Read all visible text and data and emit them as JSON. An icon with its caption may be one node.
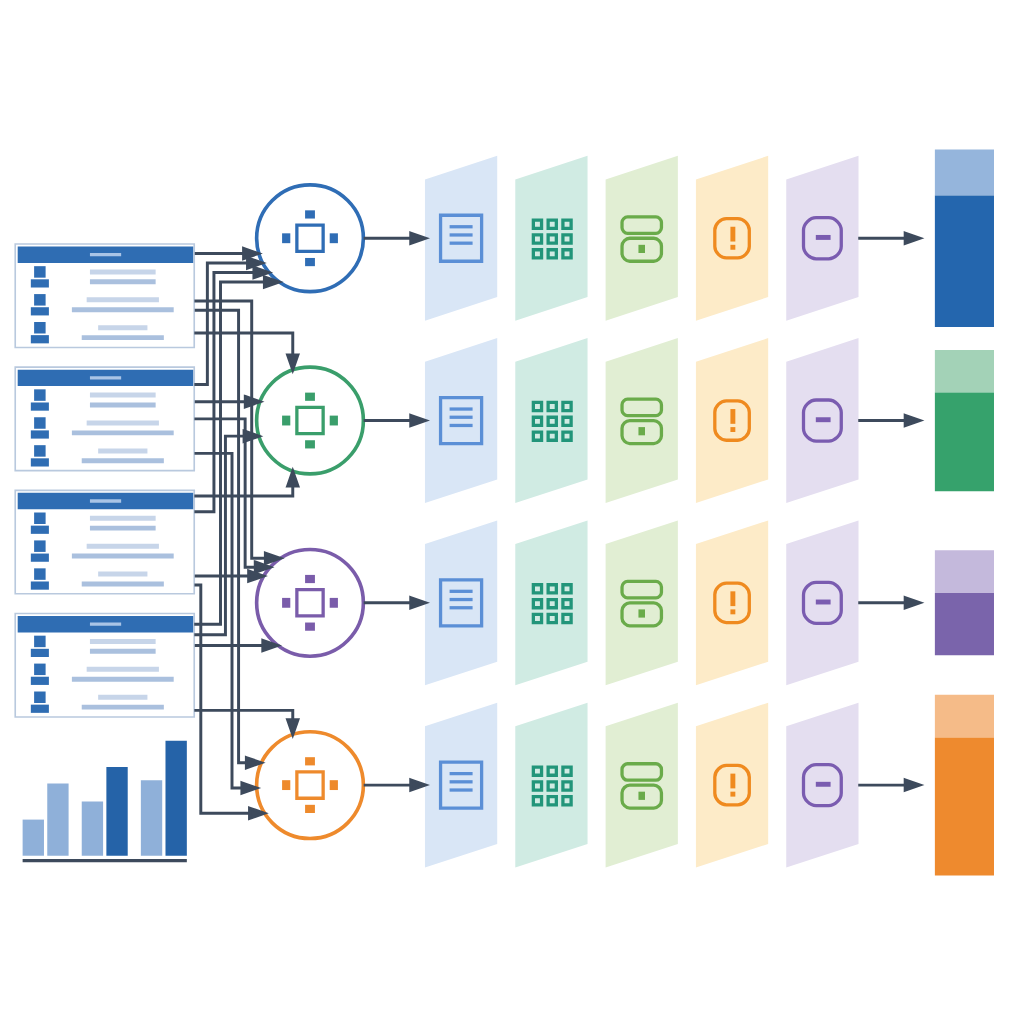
{
  "diagram": {
    "nodes": [
      {
        "text": [],
        "shape": "table"
      },
      {
        "text": [],
        "shape": "table"
      },
      {
        "text": [],
        "shape": "table"
      },
      {
        "text": [],
        "shape": "table"
      },
      {
        "text": [],
        "shape": "chart"
      },
      {
        "text": [],
        "shape": "brain"
      },
      {
        "text": [],
        "shape": "parallelogram"
      },
      {
        "text": [],
        "shape": "parallelogram"
      },
      {
        "text": [],
        "shape": "parallelogram"
      },
      {
        "text": [],
        "shape": "parallelogram"
      },
      {
        "text": [],
        "shape": "parallelogram"
      },
      {
        "text": [],
        "shape": "bar"
      },
      {
        "text": [],
        "shape": "brain"
      },
      {
        "text": [],
        "shape": "parallelogram"
      },
      {
        "text": [],
        "shape": "parallelogram"
      },
      {
        "text": [],
        "shape": "parallelogram"
      },
      {
        "text": [],
        "shape": "parallelogram"
      },
      {
        "text": [],
        "shape": "parallelogram"
      },
      {
        "text": [],
        "shape": "bar"
      },
      {
        "text": [],
        "shape": "brain"
      },
      {
        "text": [],
        "shape": "parallelogram"
      },
      {
        "text": [],
        "shape": "parallelogram"
      },
      {
        "text": [],
        "shape": "parallelogram"
      },
      {
        "text": [],
        "shape": "parallelogram"
      },
      {
        "text": [],
        "shape": "parallelogram"
      },
      {
        "text": [],
        "shape": "bar"
      },
      {
        "text": [],
        "shape": "brain"
      },
      {
        "text": [],
        "shape": "parallelogram"
      },
      {
        "text": [],
        "shape": "parallelogram"
      },
      {
        "text": [],
        "shape": "parallelogram"
      },
      {
        "text": [],
        "shape": "parallelogram"
      },
      {
        "text": [],
        "shape": "parallelogram"
      },
      {
        "text": [],
        "shape": "bar"
      }
    ],
    "edges": [
      {
        "from": 0,
        "to": 5,
        "arrow": "to"
      },
      {
        "from": 0,
        "to": 12,
        "arrow": "to"
      },
      {
        "from": 0,
        "to": 19,
        "arrow": "to"
      },
      {
        "from": 0,
        "to": 26,
        "arrow": "to"
      },
      {
        "from": 1,
        "to": 5,
        "arrow": "to"
      },
      {
        "from": 1,
        "to": 12,
        "arrow": "to"
      },
      {
        "from": 1,
        "to": 19,
        "arrow": "to"
      },
      {
        "from": 1,
        "to": 26,
        "arrow": "to"
      },
      {
        "from": 2,
        "to": 5,
        "arrow": "to"
      },
      {
        "from": 2,
        "to": 12,
        "arrow": "to"
      },
      {
        "from": 2,
        "to": 19,
        "arrow": "to"
      },
      {
        "from": 2,
        "to": 26,
        "arrow": "to"
      },
      {
        "from": 3,
        "to": 5,
        "arrow": "to"
      },
      {
        "from": 3,
        "to": 12,
        "arrow": "to"
      },
      {
        "from": 3,
        "to": 19,
        "arrow": "to"
      },
      {
        "from": 3,
        "to": 26,
        "arrow": "to"
      },
      {
        "from": 5,
        "to": 6,
        "arrow": "to"
      },
      {
        "from": 10,
        "to": 11,
        "arrow": "to"
      },
      {
        "from": 12,
        "to": 13,
        "arrow": "to"
      },
      {
        "from": 17,
        "to": 18,
        "arrow": "to"
      },
      {
        "from": 19,
        "to": 20,
        "arrow": "to"
      },
      {
        "from": 24,
        "to": 25,
        "arrow": "to"
      },
      {
        "from": 26,
        "to": 27,
        "arrow": "to"
      },
      {
        "from": 31,
        "to": 32,
        "arrow": "to"
      }
    ]
  }
}
